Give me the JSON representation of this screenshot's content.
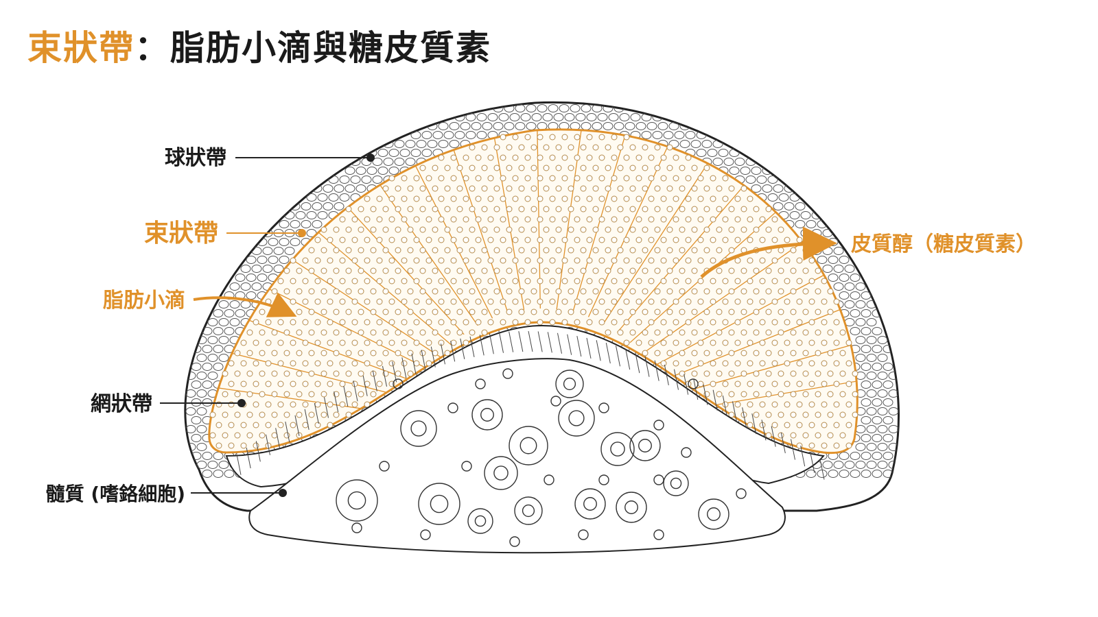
{
  "title": {
    "highlight": "束狀帶",
    "separator": "：",
    "rest": "脂肪小滴與糖皮質素"
  },
  "labels": {
    "glomerulosa": "球狀帶",
    "fasciculata": "束狀帶",
    "lipid_droplets": "脂肪小滴",
    "reticularis": "網狀帶",
    "medulla": "髓質 (嗜鉻細胞)",
    "cortisol": "皮質醇（糖皮質素）"
  },
  "colors": {
    "accent": "#e0912a",
    "ink": "#1a1a1a",
    "line": "#333333",
    "fill": "#fffbf2"
  }
}
